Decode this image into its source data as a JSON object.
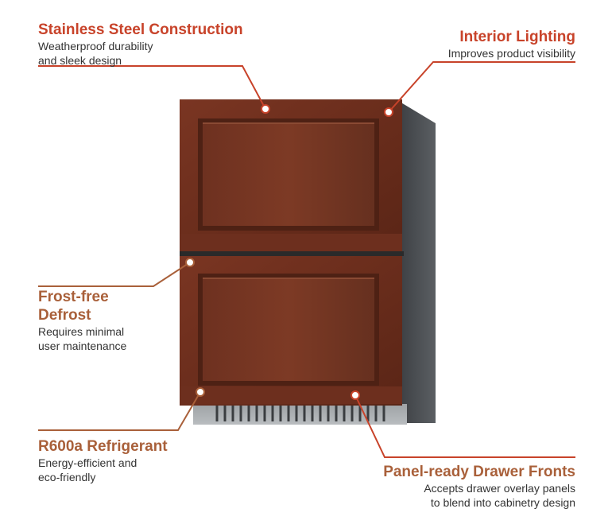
{
  "colors": {
    "accent_red": "#c8432a",
    "accent_brown": "#a9603a",
    "wood": "#6b2e1e",
    "cabinet_side": "#4a4e52"
  },
  "callouts": {
    "stainless": {
      "title": "Stainless Steel Construction",
      "desc": [
        "Weatherproof durability",
        "and sleek design"
      ]
    },
    "lighting": {
      "title": "Interior Lighting",
      "desc": [
        "Improves product visibility"
      ]
    },
    "frost": {
      "title": [
        "Frost-free",
        "Defrost"
      ],
      "desc": [
        "Requires minimal",
        "user maintenance"
      ]
    },
    "refrigerant": {
      "title": "R600a Refrigerant",
      "desc": [
        "Energy-efficient and",
        "eco-friendly"
      ]
    },
    "panel": {
      "title": "Panel-ready Drawer Fronts",
      "desc": [
        "Accepts drawer overlay panels",
        "to blend into cabinetry design"
      ]
    }
  }
}
